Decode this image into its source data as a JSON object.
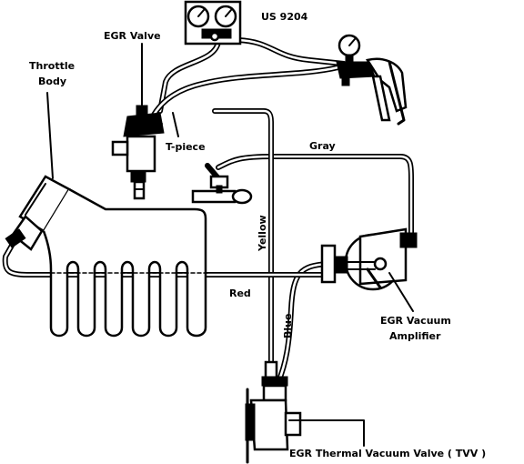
{
  "labels": {
    "tool": "US 9204",
    "egr_valve": "EGR Valve",
    "throttle_line1": "Throttle",
    "throttle_line2": "Body",
    "t_piece": "T-piece",
    "gray": "Gray",
    "yellow": "Yellow",
    "red": "Red",
    "blue": "Blue",
    "amplifier_line1": "EGR Vacuum",
    "amplifier_line2": "Amplifier",
    "tvv": "EGR Thermal Vacuum Valve ( TVV )"
  },
  "colors": {
    "ink": "#000000",
    "paper": "#ffffff"
  },
  "icons": [
    "gauge-icon",
    "hand-vacuum-pump-icon",
    "egr-valve-icon",
    "t-piece-icon",
    "vacuum-amplifier-icon",
    "thermal-vacuum-valve-icon"
  ]
}
